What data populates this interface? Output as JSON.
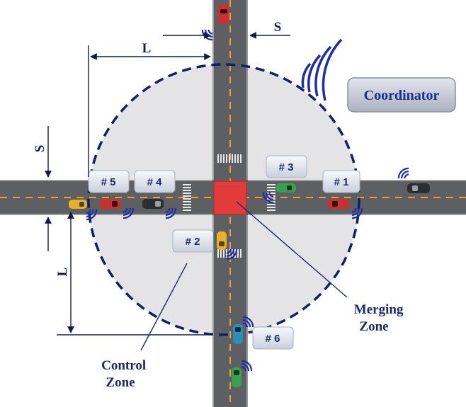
{
  "coordinator": {
    "label": "Coordinator"
  },
  "zones": {
    "control": [
      "Control",
      "Zone"
    ],
    "merging": [
      "Merging",
      "Zone"
    ]
  },
  "dimensions": {
    "L_top": "L",
    "S_top": "S",
    "S_left": "S",
    "L_left": "L"
  },
  "vehicle_tags": [
    "# 1",
    "# 2",
    "# 3",
    "# 4",
    "# 5",
    "# 6"
  ],
  "colors": {
    "road": "#5d5f62",
    "lane_divider": "#e8a030",
    "control_zone_fill": "#e4e4e6",
    "control_zone_border": "#0f1f6e",
    "merging_zone": "#e23b3b",
    "coordinator_box": "#c7ccd8",
    "tag_box": "#e7ebf3",
    "wave": "#1e2ea8"
  }
}
